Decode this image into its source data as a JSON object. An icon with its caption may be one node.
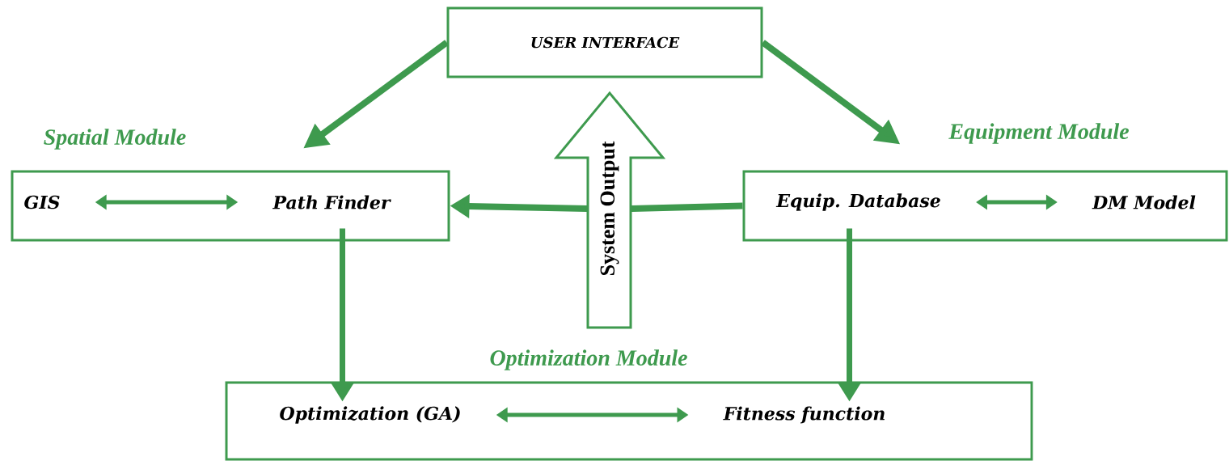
{
  "diagram": {
    "nodes": [
      {
        "text": [
          "USER INTERFACE"
        ]
      },
      {
        "text": [
          "Spatial Module"
        ]
      },
      {
        "text": [
          "GIS"
        ],
        "in": 1
      },
      {
        "text": [
          "Path Finder"
        ],
        "in": 1
      },
      {
        "text": [
          "Equipment Module"
        ]
      },
      {
        "text": [
          "Equip. Database"
        ],
        "in": 4
      },
      {
        "text": [
          "DM Model"
        ],
        "in": 4
      },
      {
        "text": [
          "Optimization Module"
        ]
      },
      {
        "text": [
          "Optimization (GA)"
        ],
        "in": 7
      },
      {
        "text": [
          "Fitness function"
        ],
        "in": 7
      },
      {
        "text": [
          "System Output"
        ]
      }
    ],
    "edges": [
      {
        "from": 0,
        "to": 1,
        "arrow": "to"
      },
      {
        "from": 0,
        "to": 4,
        "arrow": "to"
      },
      {
        "from": 2,
        "to": 3,
        "arrow": "both"
      },
      {
        "from": 4,
        "to": 10,
        "arrow": "none"
      },
      {
        "from": 10,
        "to": 1,
        "arrow": "to"
      },
      {
        "from": 5,
        "to": 6,
        "arrow": "both"
      },
      {
        "from": 1,
        "to": 7,
        "arrow": "to"
      },
      {
        "from": 4,
        "to": 7,
        "arrow": "to"
      },
      {
        "from": 8,
        "to": 9,
        "arrow": "both"
      }
    ]
  }
}
